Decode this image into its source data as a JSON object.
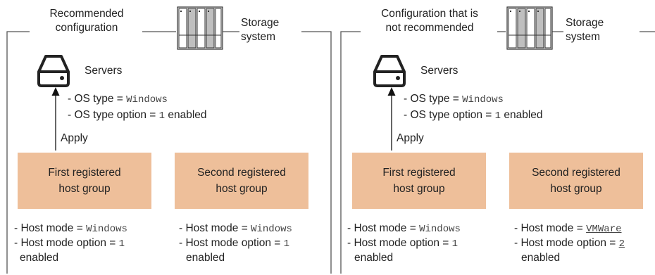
{
  "colors": {
    "host_group_fill": "#eebf9a",
    "frame_line": "#555555"
  },
  "icons": {
    "server": "server-drive-icon",
    "storage": "storage-rack-icon"
  },
  "left": {
    "title_line1": "Recommended",
    "title_line2": "configuration",
    "storage_line1": "Storage",
    "storage_line2": "system",
    "servers_label": "Servers",
    "os_type_prefix": "- OS type = ",
    "os_type_value": "Windows",
    "os_option_prefix": "- OS type option = ",
    "os_option_value": "1",
    "os_option_suffix": " enabled",
    "apply_label": "Apply",
    "group1_line1": "First registered",
    "group1_line2": "host group",
    "group2_line1": "Second registered",
    "group2_line2": "host group",
    "g1_mode_prefix": "- Host mode = ",
    "g1_mode_value": "Windows",
    "g1_option_prefix": "- Host mode option = ",
    "g1_option_value": "1",
    "g1_enabled": "enabled",
    "g2_mode_prefix": "- Host mode = ",
    "g2_mode_value": "Windows",
    "g2_option_prefix": "- Host mode option = ",
    "g2_option_value": "1",
    "g2_enabled": "enabled"
  },
  "right": {
    "title_line1": "Configuration that is",
    "title_line2": "not recommended",
    "storage_line1": "Storage",
    "storage_line2": "system",
    "servers_label": "Servers",
    "os_type_prefix": "- OS type = ",
    "os_type_value": "Windows",
    "os_option_prefix": "- OS type option = ",
    "os_option_value": "1",
    "os_option_suffix": " enabled",
    "apply_label": "Apply",
    "group1_line1": "First registered",
    "group1_line2": "host group",
    "group2_line1": "Second registered",
    "group2_line2": "host group",
    "g1_mode_prefix": "- Host mode = ",
    "g1_mode_value": "Windows",
    "g1_option_prefix": "- Host mode option = ",
    "g1_option_value": "1",
    "g1_enabled": "enabled",
    "g2_mode_prefix": "- Host mode = ",
    "g2_mode_value": "VMWare",
    "g2_option_prefix": "- Host mode option = ",
    "g2_option_value": "2",
    "g2_enabled": "enabled"
  }
}
